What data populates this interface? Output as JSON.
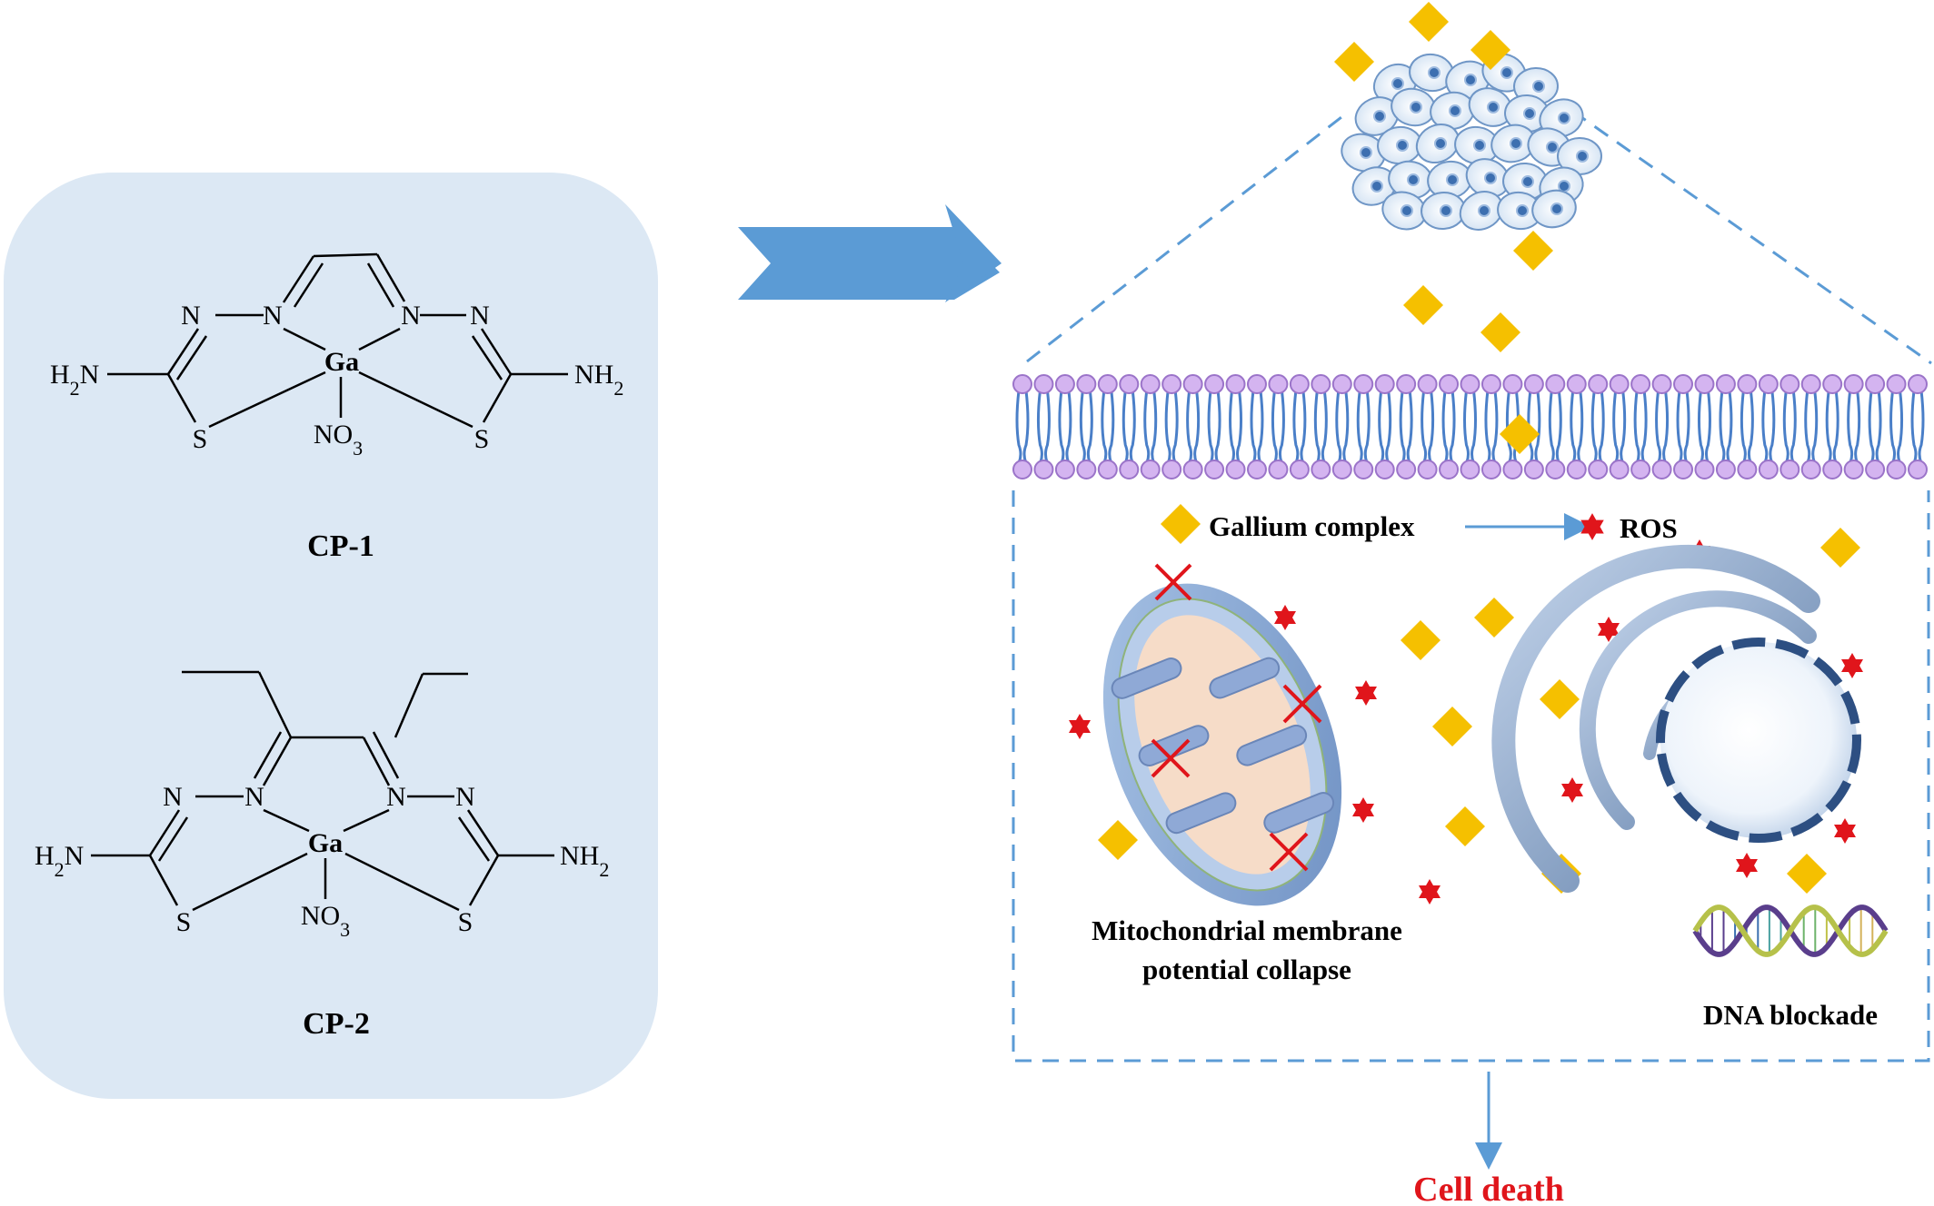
{
  "compounds": [
    {
      "name": "CP-1",
      "atoms": {
        "n1": "N",
        "n2": "N",
        "n3": "N",
        "n4": "N",
        "ga": "Ga",
        "s1": "S",
        "s2": "S",
        "nh2_left": "H2N",
        "nh2_right": "NH2",
        "no3": "NO3"
      }
    },
    {
      "name": "CP-2",
      "atoms": {
        "n1": "N",
        "n2": "N",
        "n3": "N",
        "n4": "N",
        "ga": "Ga",
        "s1": "S",
        "s2": "S",
        "nh2_left": "H2N",
        "nh2_right": "NH2",
        "no3": "NO3"
      }
    }
  ],
  "legend": {
    "complex": "Gallium complex",
    "ros": "ROS"
  },
  "labels": {
    "mito_line1": "Mitochondrial membrane",
    "mito_line2": "potential collapse",
    "dna": "DNA blockade",
    "death": "Cell death"
  },
  "colors": {
    "panel": "#dce8f4",
    "arrow": "#5b9bd5",
    "dash": "#5b9bd5",
    "diamond": "#f5c000",
    "ros": "#e0151b",
    "death_text": "#e0151b",
    "membrane_head": "#c9a7ea",
    "membrane_tail": "#4a7fc8"
  }
}
